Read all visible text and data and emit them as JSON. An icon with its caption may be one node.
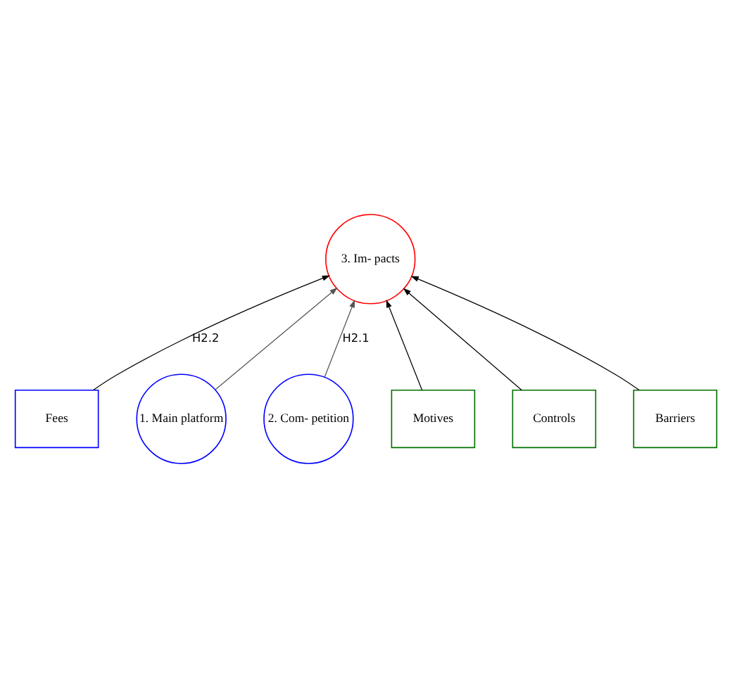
{
  "diagram": {
    "nodes": [
      {
        "text": [
          "3. Im- pacts"
        ]
      },
      {
        "text": [
          "Fees"
        ]
      },
      {
        "text": [
          "1. Main platform"
        ]
      },
      {
        "text": [
          "2. Com- petition"
        ]
      },
      {
        "text": [
          "Motives"
        ]
      },
      {
        "text": [
          "Controls"
        ]
      },
      {
        "text": [
          "Barriers"
        ]
      }
    ],
    "edges": [
      {
        "from": 1,
        "to": 0,
        "arrow": "to",
        "label": "H2.2"
      },
      {
        "from": 2,
        "to": 0,
        "arrow": "to",
        "color": "#555555"
      },
      {
        "from": 3,
        "to": 0,
        "arrow": "to",
        "label": "H2.1",
        "color": "#555555"
      },
      {
        "from": 4,
        "to": 0,
        "arrow": "to"
      },
      {
        "from": 5,
        "to": 0,
        "arrow": "to"
      },
      {
        "from": 6,
        "to": 0,
        "arrow": "to"
      }
    ]
  }
}
